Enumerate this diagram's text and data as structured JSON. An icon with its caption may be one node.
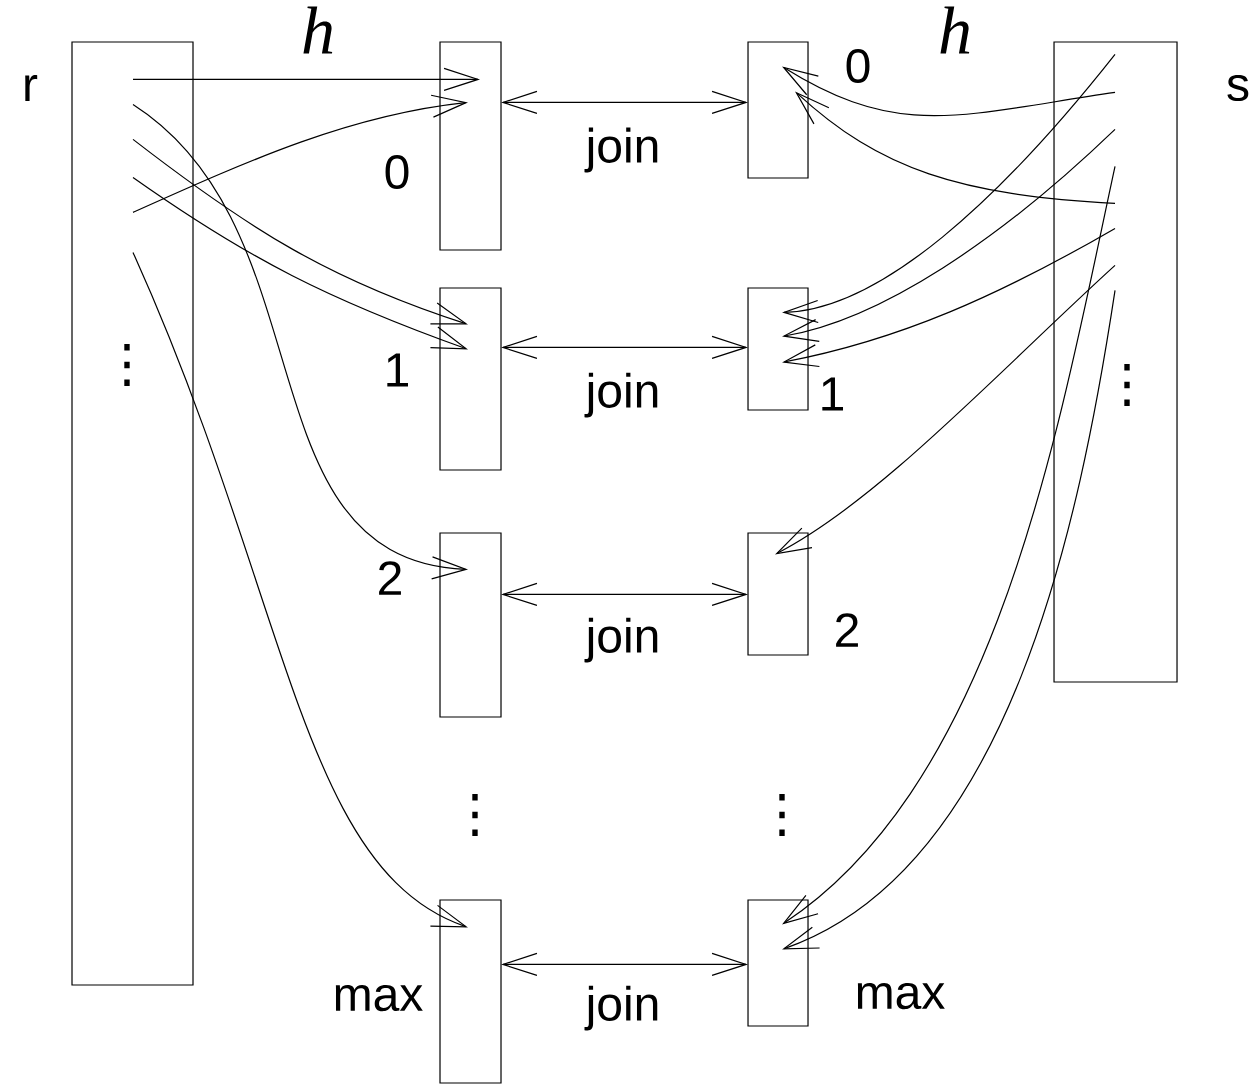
{
  "diagram": {
    "nodes": [
      {
        "text": [
          "r"
        ]
      },
      {
        "text": [
          "0"
        ]
      },
      {
        "text": [
          "1"
        ]
      },
      {
        "text": [
          "2"
        ]
      },
      {
        "text": [
          "max"
        ]
      },
      {
        "text": [
          "0"
        ]
      },
      {
        "text": [
          "1"
        ]
      },
      {
        "text": [
          "2"
        ]
      },
      {
        "text": [
          "max"
        ]
      },
      {
        "text": [
          "s"
        ]
      }
    ],
    "edges": [
      {
        "from": 0,
        "to": 1,
        "arrow": "to"
      },
      {
        "from": 0,
        "to": 3,
        "arrow": "to"
      },
      {
        "from": 0,
        "to": 2,
        "arrow": "to"
      },
      {
        "from": 0,
        "to": 2,
        "arrow": "to"
      },
      {
        "from": 0,
        "to": 1,
        "arrow": "to"
      },
      {
        "from": 0,
        "to": 4,
        "arrow": "to"
      },
      {
        "from": 1,
        "to": 5,
        "arrow": "both",
        "label": "join"
      },
      {
        "from": 2,
        "to": 6,
        "arrow": "both",
        "label": "join"
      },
      {
        "from": 3,
        "to": 7,
        "arrow": "both",
        "label": "join"
      },
      {
        "from": 4,
        "to": 8,
        "arrow": "both",
        "label": "join"
      },
      {
        "from": 9,
        "to": 6,
        "arrow": "to"
      },
      {
        "from": 9,
        "to": 5,
        "arrow": "to"
      },
      {
        "from": 9,
        "to": 6,
        "arrow": "to"
      },
      {
        "from": 9,
        "to": 8,
        "arrow": "to"
      },
      {
        "from": 9,
        "to": 5,
        "arrow": "to"
      },
      {
        "from": 9,
        "to": 6,
        "arrow": "to"
      },
      {
        "from": 9,
        "to": 7,
        "arrow": "to"
      },
      {
        "from": 9,
        "to": 8,
        "arrow": "to"
      }
    ],
    "labels": [
      "h",
      "h",
      "⋮",
      "⋮",
      "⋮",
      "⋮"
    ]
  }
}
